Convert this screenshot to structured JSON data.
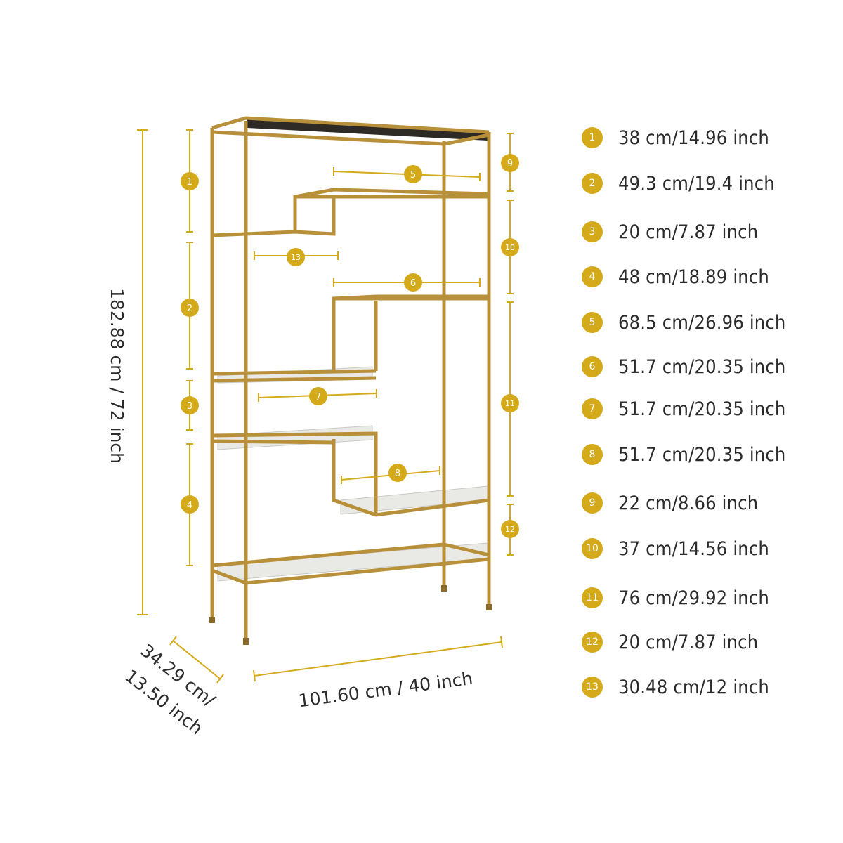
{
  "dimensions": {
    "height": "182.88 cm / 72 inch",
    "width": "101.60 cm /  40 inch",
    "depth_line1": "34.29 cm/",
    "depth_line2": "13.50 inch"
  },
  "legend": [
    {
      "num": "1",
      "text": "38 cm/14.96 inch"
    },
    {
      "num": "2",
      "text": "49.3 cm/19.4 inch"
    },
    {
      "num": "3",
      "text": "20 cm/7.87 inch"
    },
    {
      "num": "4",
      "text": "48 cm/18.89 inch"
    },
    {
      "num": "5",
      "text": "68.5 cm/26.96 inch"
    },
    {
      "num": "6",
      "text": "51.7 cm/20.35 inch"
    },
    {
      "num": "7",
      "text": "51.7 cm/20.35 inch"
    },
    {
      "num": "8",
      "text": "51.7 cm/20.35 inch"
    },
    {
      "num": "9",
      "text": "22 cm/8.66 inch"
    },
    {
      "num": "10",
      "text": "37 cm/14.56 inch"
    },
    {
      "num": "11",
      "text": "76 cm/29.92 inch"
    },
    {
      "num": "12",
      "text": "20 cm/7.87 inch"
    },
    {
      "num": "13",
      "text": "30.48 cm/12 inch"
    }
  ],
  "colors": {
    "accent": "#d4aa1a",
    "frame": "#b8903a",
    "frame_dark": "#8a6a2a",
    "marble": "#e9e9e6",
    "text": "#2b2b2b"
  }
}
